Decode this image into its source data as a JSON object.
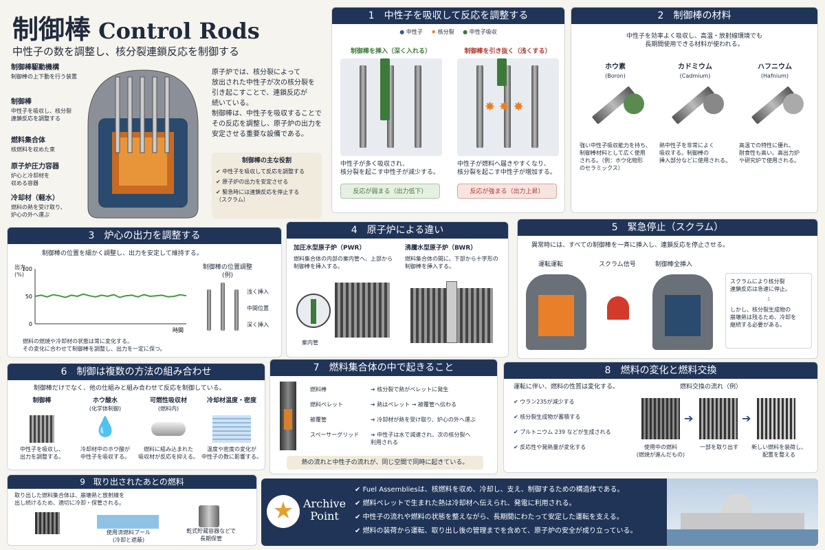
{
  "header": {
    "title_jp": "制御棒",
    "title_en": "Control Rods",
    "subtitle": "中性子の数を調整し、核分裂連鎖反応を制御する"
  },
  "reactor_labels": [
    {
      "t": "制御棒駆動機構",
      "s": "制御棒の上下動を行う装置"
    },
    {
      "t": "制御棒",
      "s": "中性子を吸収し、核分裂\n連鎖反応を調整する"
    },
    {
      "t": "燃料集合体",
      "s": "核燃料を収めた束"
    },
    {
      "t": "原子炉圧力容器",
      "s": "炉心と冷却材を\n収める容器"
    },
    {
      "t": "冷却材（軽水）",
      "s": "燃料の熱を受け取り、\n炉心の外へ運ぶ"
    }
  ],
  "intro": "原子炉では、核分裂によって\n放出された中性子が次の核分裂を\n引き起こすことで、連鎖反応が\n続いている。\n制御棒は、中性子を吸収することで\nその反応を調整し、原子炉の出力を\n安定させる重要な設備である。",
  "roles": {
    "title": "制御棒の主な役割",
    "items": [
      "中性子を吸収して反応を調整する",
      "原子炉の出力を安定させる",
      "緊急時には連鎖反応を停止する\n（スクラム）"
    ]
  },
  "s1": {
    "title": "1　中性子を吸収して反応を調整する",
    "legend": [
      "中性子",
      "核分裂",
      "中性子吸収"
    ],
    "left": {
      "head": "制御棒を挿入（深く入れる）",
      "desc": "中性子が多く吸収され、\n核分裂を起こす中性子が減少する。",
      "result": "反応が弱まる（出力低下）"
    },
    "right": {
      "head": "制御棒を引き抜く（浅くする）",
      "desc": "中性子が燃料へ届きやすくなり、\n核分裂を起こす中性子が増加する。",
      "result": "反応が強まる（出力上昇）"
    }
  },
  "s2": {
    "title": "2　制御棒の材料",
    "intro": "中性子を効率よく吸収し、高温・放射線環境でも\n長期間使用できる材料が使われる。",
    "materials": [
      {
        "name": "ホウ素",
        "en": "(Boron)",
        "desc": "強い中性子吸収能力を持ち、\n制御棒材料として広く使用\nされる。（例：ホウ化物形\nのセラミックス）"
      },
      {
        "name": "カドミウム",
        "en": "(Cadmium)",
        "desc": "熱中性子を非常によく\n吸収する。制御棒の\n挿入部分などに使用される。"
      },
      {
        "name": "ハフニウム",
        "en": "(Hafnium)",
        "desc": "高温での特性に優れ、\n耐食性も高い。高出力炉\nや研究炉で使用される。"
      }
    ]
  },
  "s3": {
    "title": "3　炉心の出力を調整する",
    "intro": "制御棒の位置を細かく調整し、出力を安定して維持する。",
    "ylabel": "出力\n(%)",
    "yticks": [
      "100",
      "50",
      "0"
    ],
    "xlabel": "時間",
    "pos_title": "制御棒の位置調整\n(例)",
    "pos": [
      "浅く挿入",
      "中間位置",
      "深く挿入"
    ],
    "note": "燃料の燃焼や冷却材の状態は常に変化する。\nその変化に合わせて制御棒を調整し、出力を一定に保つ。"
  },
  "chart_data": {
    "type": "line",
    "ylim": [
      0,
      100
    ],
    "series": [
      {
        "values": [
          50,
          52,
          49,
          53,
          51,
          48,
          52,
          50,
          54,
          51,
          49,
          52,
          50,
          53,
          48,
          51,
          52,
          49,
          53,
          50,
          51,
          52,
          49,
          50,
          53,
          51
        ]
      }
    ]
  },
  "s4": {
    "title": "4　原子炉による違い",
    "pwr": {
      "head": "加圧水型原子炉（PWR）",
      "desc": "燃料集合体の内部の案内管へ、上部から\n制御棒を挿入する。",
      "label": "案内管"
    },
    "bwr": {
      "head": "沸騰水型原子炉（BWR）",
      "desc": "燃料集合体の間に、下部から十字形の\n制御棒を挿入する。"
    }
  },
  "s5": {
    "title": "5　緊急停止（スクラム）",
    "intro": "異常時には、すべての制御棒を一斉に挿入し、連鎖反応を停止させる。",
    "labels": [
      "運転運転",
      "スクラム信号",
      "制御棒全挿入"
    ],
    "note1": "スクラムにより核分裂\n連鎖反応は急速に停止。",
    "note2": "しかし、核分裂生成物の\n崩壊熱は残るため、冷却を\n継続する必要がある。"
  },
  "s6": {
    "title": "6　制御は複数の方法の組み合わせ",
    "intro": "制御棒だけでなく、他の仕組みと組み合わせて反応を制御している。",
    "items": [
      {
        "h": "制御棒",
        "sub": "",
        "d": "中性子を吸収し、\n出力を調整する。"
      },
      {
        "h": "ホウ酸水",
        "sub": "(化学体制御)",
        "d": "冷却材中のホウ酸が\n中性子を吸収する。"
      },
      {
        "h": "可燃性吸収材",
        "sub": "(燃料内)",
        "d": "燃料に組み込まれた\n吸収材が反応を抑える。"
      },
      {
        "h": "冷却材温度・密度",
        "sub": "",
        "d": "温度や密度の変化が\n中性子の数に影響する。"
      }
    ]
  },
  "s7": {
    "title": "7　燃料集合体の中で起きること",
    "labels": [
      "燃料棒",
      "燃料ペレット",
      "被覆管",
      "スペーサーグリッド"
    ],
    "flows": [
      "核分裂で熱がペレットに発生",
      "熱はペレット → 被覆管へ伝わる",
      "冷却材が熱を受け取り、炉心の外へ運ぶ",
      "中性子は水で減速され、次の核分裂へ\n利用される"
    ],
    "note": "熱の流れと中性子の流れが、同じ空間で同時に起きている。"
  },
  "s8": {
    "title": "8　燃料の変化と燃料交換",
    "intro": "運転に伴い、燃料の性質は変化する。",
    "checks": [
      "ウラン235が減少する",
      "核分裂生成物が蓄積する",
      "プルトニウム 239 などが生成される",
      "反応性や発熱量が変化する"
    ],
    "flow_title": "燃料交換の流れ（例）",
    "steps": [
      "使用中の燃料\n(燃焼が進んだもの)",
      "一部を取り出す",
      "新しい燃料を装荷し、\n配置を整える"
    ]
  },
  "s9": {
    "title": "9　取り出されたあとの燃料",
    "desc": "取り出した燃料集合体は、崩壊熱と放射線を\n出し続けるため、適切に冷却・保管される。",
    "pool": "使用済燃料プール\n(冷却と遮蔽)",
    "cask": "乾式貯蔵容器などで\n長期保管"
  },
  "archive": {
    "label1": "Archive",
    "label2": "Point",
    "points": [
      "Fuel Assembliesは、核燃料を収め、冷却し、支え、制御するための構造体である。",
      "燃料ペレットで生まれた熱は冷却材へ伝えられ、発電に利用される。",
      "中性子の流れや燃料の状態を整えながら、長期間にわたって安定した運転を支える。",
      "燃料の装荷から運転、取り出し後の管理までを含めて、原子炉の安全が成り立っている。"
    ]
  },
  "colors": {
    "navy": "#1f3457",
    "green": "#3d7a3a",
    "red": "#b3362c",
    "orange": "#e8802a"
  }
}
